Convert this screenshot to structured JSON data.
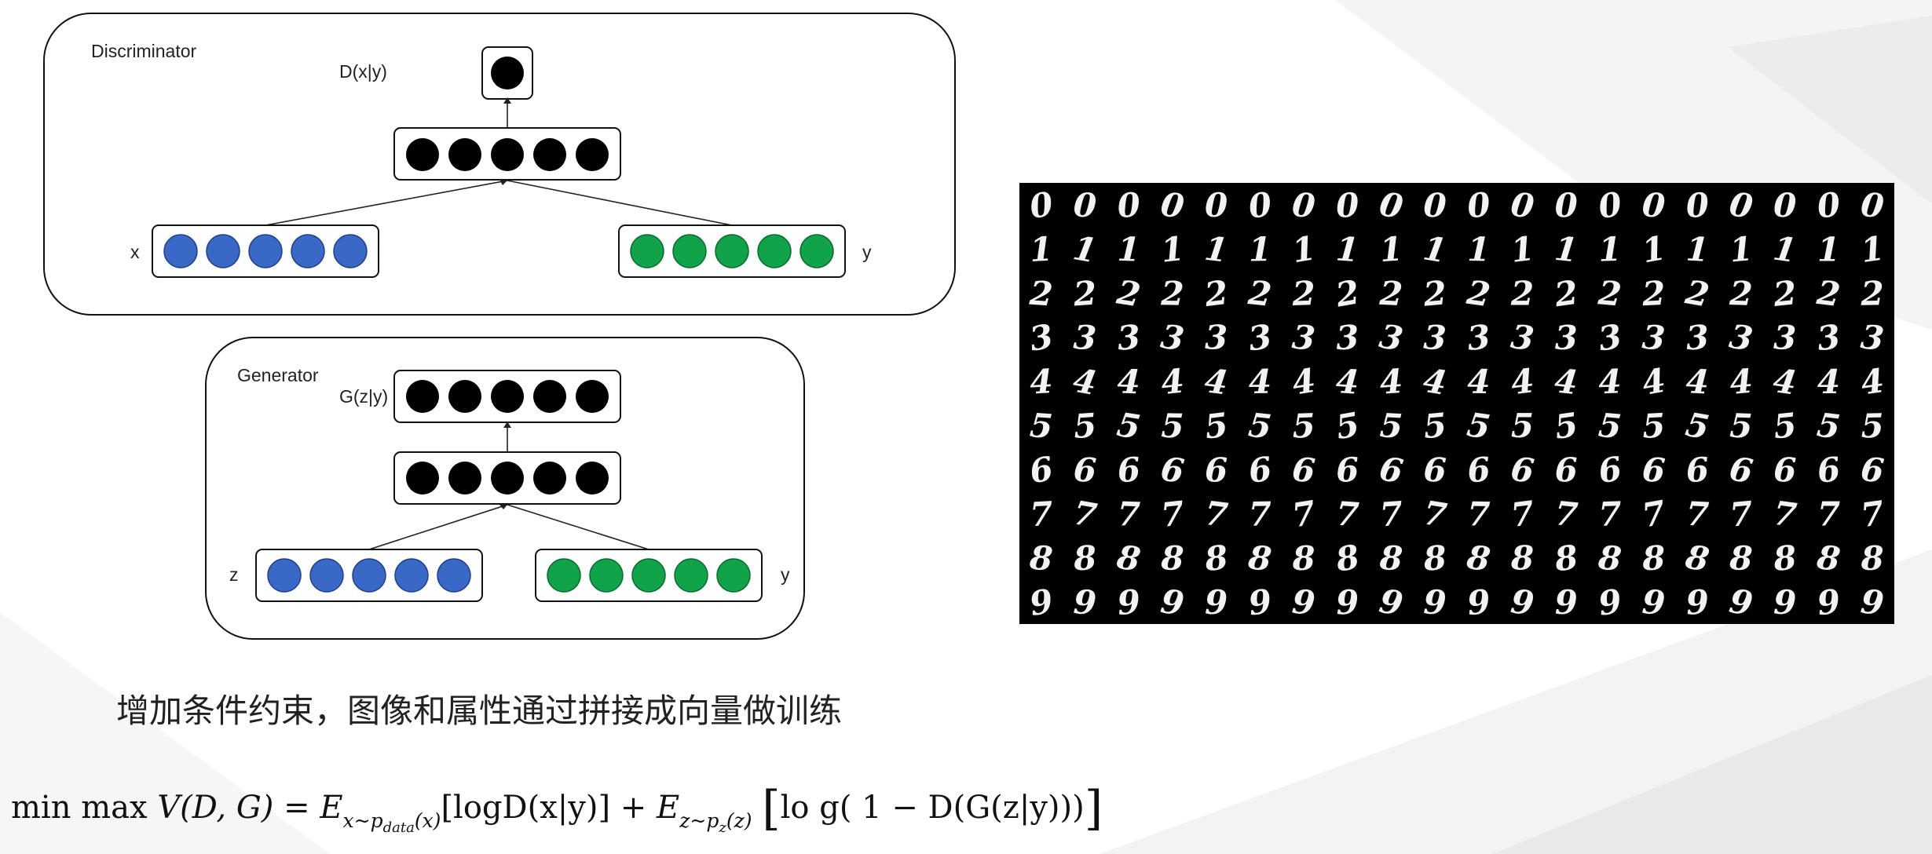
{
  "colors": {
    "blue_node": "#3a68c6",
    "green_node": "#10a34a",
    "black_node": "#000000"
  },
  "discriminator": {
    "title": "Discriminator",
    "output_label": "D(x|y)",
    "input_x_label": "x",
    "input_y_label": "y"
  },
  "generator": {
    "title": "Generator",
    "output_label": "G(z|y)",
    "input_z_label": "z",
    "input_y_label": "y"
  },
  "digit_grid": {
    "rows": [
      [
        "0",
        "0",
        "0",
        "0",
        "0",
        "0",
        "0",
        "0",
        "0",
        "0",
        "0",
        "0",
        "0",
        "0",
        "0",
        "0",
        "0",
        "0",
        "0",
        "0"
      ],
      [
        "1",
        "1",
        "1",
        "1",
        "1",
        "1",
        "1",
        "1",
        "1",
        "1",
        "1",
        "1",
        "1",
        "1",
        "1",
        "1",
        "1",
        "1",
        "1",
        "1"
      ],
      [
        "2",
        "2",
        "2",
        "2",
        "2",
        "2",
        "2",
        "2",
        "2",
        "2",
        "2",
        "2",
        "2",
        "2",
        "2",
        "2",
        "2",
        "2",
        "2",
        "2"
      ],
      [
        "3",
        "3",
        "3",
        "3",
        "3",
        "3",
        "3",
        "3",
        "3",
        "3",
        "3",
        "3",
        "3",
        "3",
        "3",
        "3",
        "3",
        "3",
        "3",
        "3"
      ],
      [
        "4",
        "4",
        "4",
        "4",
        "4",
        "4",
        "4",
        "4",
        "4",
        "4",
        "4",
        "4",
        "4",
        "4",
        "4",
        "4",
        "4",
        "4",
        "4",
        "4"
      ],
      [
        "5",
        "5",
        "5",
        "5",
        "5",
        "5",
        "5",
        "5",
        "5",
        "5",
        "5",
        "5",
        "5",
        "5",
        "5",
        "5",
        "5",
        "5",
        "5",
        "5"
      ],
      [
        "6",
        "6",
        "6",
        "6",
        "6",
        "6",
        "6",
        "6",
        "6",
        "6",
        "6",
        "6",
        "6",
        "6",
        "6",
        "6",
        "6",
        "6",
        "6",
        "6"
      ],
      [
        "7",
        "7",
        "7",
        "7",
        "7",
        "7",
        "7",
        "7",
        "7",
        "7",
        "7",
        "7",
        "7",
        "7",
        "7",
        "7",
        "7",
        "7",
        "7",
        "7"
      ],
      [
        "8",
        "8",
        "8",
        "8",
        "8",
        "8",
        "8",
        "8",
        "8",
        "8",
        "8",
        "8",
        "8",
        "8",
        "8",
        "8",
        "8",
        "8",
        "8",
        "8"
      ],
      [
        "9",
        "9",
        "9",
        "9",
        "9",
        "9",
        "9",
        "9",
        "9",
        "9",
        "9",
        "9",
        "9",
        "9",
        "9",
        "9",
        "9",
        "9",
        "9",
        "9"
      ]
    ]
  },
  "caption": "增加条件约束，图像和属性通过拼接成向量做训练",
  "formula": {
    "lhs": "min max ",
    "V": "V",
    "args": "(D, G)",
    "eq": " = ",
    "E1": "E",
    "E1_sub": "x~p",
    "E1_subsub": "data",
    "E1_sub_tail": "(x)",
    "term1": "[logD(x|y)] + ",
    "E2": "E",
    "E2_sub": "z~p",
    "E2_subsub": "z",
    "E2_sub_tail": "(z)",
    "bracket_open": "[",
    "term2": "lo g( 1 − D(G(z|y)))",
    "bracket_close": "]"
  }
}
